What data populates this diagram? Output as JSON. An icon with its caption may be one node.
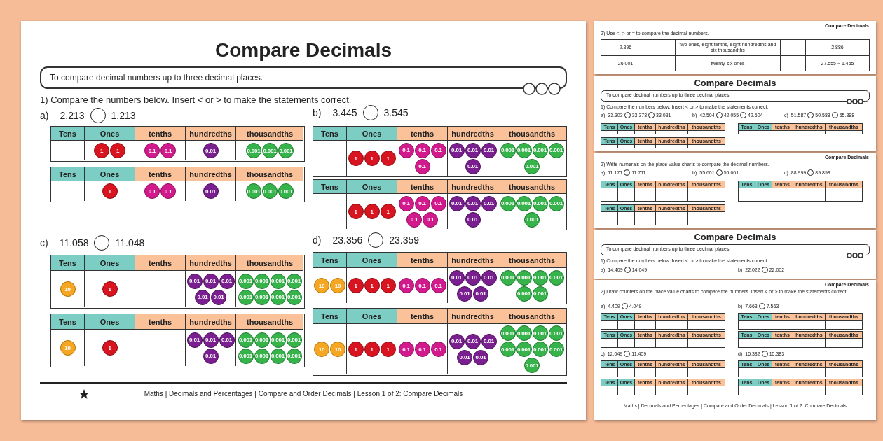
{
  "diagram": {
    "title": "Compare Decimals",
    "nodes": [
      {
        "text": [
          "To compare decimal numbers up to three decimal places."
        ]
      },
      {
        "text": [
          "To compare decimal numbers up to three decimal places."
        ]
      },
      {
        "text": [
          "To compare decimal numbers up to three decimal places."
        ]
      }
    ],
    "labels": [
      "1) Compare the numbers below. Insert < or > to make the statements correct.",
      "a)",
      "2.213",
      "1.213",
      "Tens",
      "Ones",
      "tenths",
      "hundredths",
      "thousandths",
      "1",
      "1",
      "0.1",
      "0.1",
      "0.01",
      "0.001",
      "0.001",
      "0.001",
      "Tens",
      "Ones",
      "tenths",
      "hundredths",
      "thousandths",
      "1",
      "0.1",
      "0.1",
      "0.01",
      "0.001",
      "0.001",
      "0.001",
      "b)",
      "3.445",
      "3.545",
      "Tens",
      "Ones",
      "tenths",
      "hundredths",
      "thousandths",
      "1",
      "1",
      "1",
      "0.1",
      "0.1",
      "0.1",
      "0.1",
      "0.01",
      "0.01",
      "0.01",
      "0.01",
      "0.001",
      "0.001",
      "0.001",
      "0.001",
      "0.001",
      "Tens",
      "Ones",
      "tenths",
      "hundredths",
      "thousandths",
      "1",
      "1",
      "1",
      "0.1",
      "0.1",
      "0.1",
      "0.1",
      "0.1",
      "0.01",
      "0.01",
      "0.01",
      "0.01",
      "0.001",
      "0.001",
      "0.001",
      "0.001",
      "0.001",
      "c)",
      "11.058",
      "11.048",
      "Tens",
      "Ones",
      "tenths",
      "hundredths",
      "thousandths",
      "10",
      "1",
      "0.01",
      "0.01",
      "0.01",
      "0.01",
      "0.01",
      "0.001",
      "0.001",
      "0.001",
      "0.001",
      "0.001",
      "0.001",
      "0.001",
      "0.001",
      "Tens",
      "Ones",
      "tenths",
      "hundredths",
      "thousandths",
      "10",
      "1",
      "0.01",
      "0.01",
      "0.01",
      "0.01",
      "0.001",
      "0.001",
      "0.001",
      "0.001",
      "0.001",
      "0.001",
      "0.001",
      "0.001",
      "d)",
      "23.356",
      "23.359",
      "Tens",
      "Ones",
      "tenths",
      "hundredths",
      "thousandths",
      "10",
      "10",
      "1",
      "1",
      "1",
      "0.1",
      "0.1",
      "0.1",
      "0.01",
      "0.01",
      "0.01",
      "0.01",
      "0.01",
      "0.001",
      "0.001",
      "0.001",
      "0.001",
      "0.001",
      "0.001",
      "Tens",
      "Ones",
      "tenths",
      "hundredths",
      "thousandths",
      "10",
      "10",
      "1",
      "1",
      "1",
      "0.1",
      "0.1",
      "0.1",
      "0.01",
      "0.01",
      "0.01",
      "0.01",
      "0.01",
      "0.001",
      "0.001",
      "0.001",
      "0.001",
      "0.001",
      "0.001",
      "0.001",
      "0.001",
      "0.001",
      "Maths | Decimals and Percentages | Compare and Order Decimals | Lesson 1 of 2: Compare Decimals",
      "Compare Decimals",
      "2) Use <, > or = to compare the decimal numbers.",
      "2.896",
      "two ones, eight tenths, eight hundredths and six thousandths",
      "2.886",
      "26.001",
      "twenty-six ones",
      "27.555 − 1.455",
      "Compare Decimals",
      "1) Compare the numbers below. Insert < or > to make the statements correct.",
      "a)",
      "33.303",
      "33.373",
      "33.031",
      "b)",
      "42.504",
      "42.055",
      "42.504",
      "c)",
      "51.587",
      "50.588",
      "55.888",
      "Tens",
      "Ones",
      "tenths",
      "hundredths",
      "thousandths",
      "Tens",
      "Ones",
      "tenths",
      "hundredths",
      "thousandths",
      "Tens",
      "Ones",
      "tenths",
      "hundredths",
      "thousandths",
      "Compare Decimals",
      "2) Write numerals on the place value charts to compare the decimal numbers.",
      "a)",
      "11.171",
      "11.711",
      "b)",
      "55.601",
      "55.061",
      "c)",
      "88.999",
      "89.898",
      "Tens",
      "Ones",
      "tenths",
      "hundredths",
      "thousandths",
      "Tens",
      "Ones",
      "tenths",
      "hundredths",
      "thousandths",
      "Tens",
      "Ones",
      "tenths",
      "hundredths",
      "thousandths",
      "Compare Decimals",
      "1) Compare the numbers below. Insert < or > to make the statements correct.",
      "a)",
      "14.409",
      "14.049",
      "b)",
      "22.022",
      "22.002",
      "Compare Decimals",
      "2) Draw counters on the place value charts to compare the numbers. Insert < or > to make the statements correct.",
      "a)",
      "4.409",
      "4.049",
      "b)",
      "7.663",
      "7.563",
      "Tens",
      "Ones",
      "tenths",
      "hundredths",
      "thousandths",
      "Tens",
      "Ones",
      "tenths",
      "hundredths",
      "thousandths",
      "Tens",
      "Ones",
      "tenths",
      "hundredths",
      "thousandths",
      "Tens",
      "Ones",
      "tenths",
      "hundredths",
      "thousandths",
      "c)",
      "12.049",
      "11.409",
      "d)",
      "15.382",
      "15.383",
      "Tens",
      "Ones",
      "tenths",
      "hundredths",
      "thousandths",
      "Tens",
      "Ones",
      "tenths",
      "hundredths",
      "thousandths",
      "Tens",
      "Ones",
      "tenths",
      "hundredths",
      "thousandths",
      "Tens",
      "Ones",
      "tenths",
      "hundredths",
      "thousandths",
      "Maths | Decimals and Percentages | Compare and Order Decimals | Lesson 1 of 2: Compare Decimals"
    ]
  }
}
